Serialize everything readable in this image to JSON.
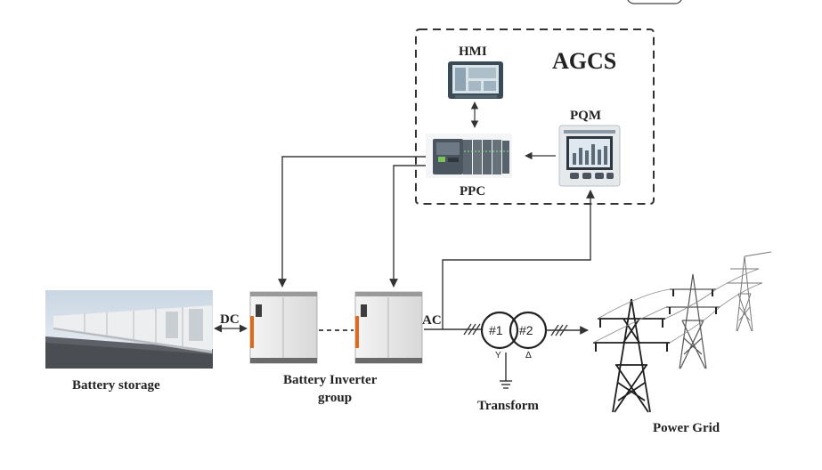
{
  "control_system": {
    "title": "AGCS"
  },
  "components": {
    "hmi": {
      "label": "HMI"
    },
    "ppc": {
      "label": "PPC"
    },
    "pqm": {
      "label": "PQM"
    },
    "battery_storage": {
      "label": "Battery storage"
    },
    "inverter_group": {
      "label_line1": "Battery Inverter",
      "label_line2": "group"
    },
    "transformer": {
      "label": "Transform",
      "winding1": "#1",
      "winding2": "#2",
      "winding1_symbol": "Y",
      "winding2_symbol": "Δ"
    },
    "power_grid": {
      "label": "Power Grid"
    }
  },
  "links": {
    "dc_label": "DC",
    "ac_label": "AC"
  }
}
